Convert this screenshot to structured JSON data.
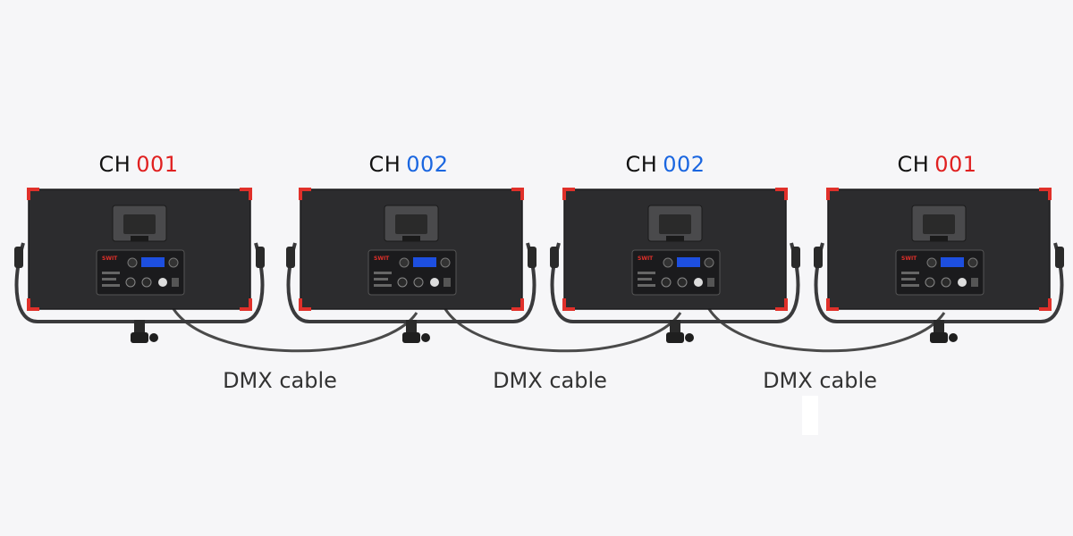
{
  "panels": [
    {
      "prefix": "CH",
      "channel": "001",
      "channel_color": "#e02020",
      "brand": "SWIT"
    },
    {
      "prefix": "CH",
      "channel": "002",
      "channel_color": "#1a66e0",
      "brand": "SWIT"
    },
    {
      "prefix": "CH",
      "channel": "002",
      "channel_color": "#1a66e0",
      "brand": "SWIT"
    },
    {
      "prefix": "CH",
      "channel": "001",
      "channel_color": "#e02020",
      "brand": "SWIT"
    }
  ],
  "cables": [
    {
      "label": "DMX cable"
    },
    {
      "label": "DMX cable"
    },
    {
      "label": "DMX cable"
    }
  ],
  "colors": {
    "panel_body": "#2c2c2e",
    "corner_accent": "#e0302a",
    "screen": "#1d4fe0",
    "cable": "#4a4a4a"
  }
}
